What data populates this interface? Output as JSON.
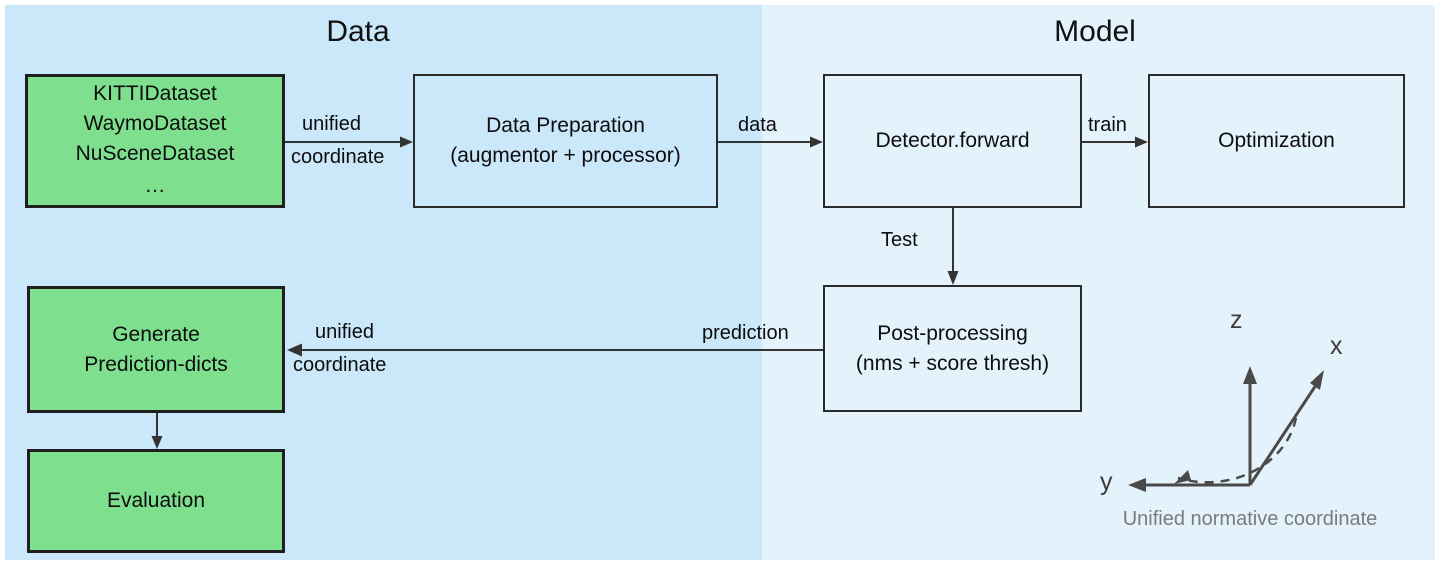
{
  "panels": {
    "data": {
      "title": "Data",
      "bg": "#cbe7fa"
    },
    "model": {
      "title": "Model",
      "bg": "#e3f2fb"
    }
  },
  "colors": {
    "green_fill": "#7ee08f",
    "green_border": "#1f1f1f",
    "box_border": "#2b2b2b",
    "arrow": "#333333",
    "axis": "#4a4a4a",
    "caption": "#7b7b7b"
  },
  "nodes": {
    "datasets": {
      "lines": [
        "KITTIDataset",
        "WaymoDataset",
        "NuSceneDataset",
        "…"
      ],
      "style": "green"
    },
    "data_preparation": {
      "lines": [
        "Data Preparation",
        "(augmentor + processor)"
      ],
      "style": "blue"
    },
    "detector": {
      "lines": [
        "Detector.forward"
      ],
      "style": "blue"
    },
    "optimization": {
      "lines": [
        "Optimization"
      ],
      "style": "blue"
    },
    "post_processing": {
      "lines": [
        "Post-processing",
        "(nms + score thresh)"
      ],
      "style": "blue"
    },
    "generate": {
      "lines": [
        "Generate",
        "Prediction-dicts"
      ],
      "style": "green"
    },
    "evaluation": {
      "lines": [
        "Evaluation"
      ],
      "style": "green"
    }
  },
  "edges": {
    "datasets_to_dataprep": {
      "label_top": "unified",
      "label_bottom": "coordinate"
    },
    "dataprep_to_detector": {
      "label": "data"
    },
    "detector_to_optimization": {
      "label": "train"
    },
    "detector_to_postproc": {
      "label": "Test"
    },
    "postproc_to_generate": {
      "label_right": "prediction",
      "label_top": "unified",
      "label_bottom": "coordinate"
    },
    "generate_to_evaluation": {
      "label": ""
    }
  },
  "coordinate_widget": {
    "axes": [
      "z",
      "x",
      "y"
    ],
    "caption": "Unified normative coordinate"
  }
}
